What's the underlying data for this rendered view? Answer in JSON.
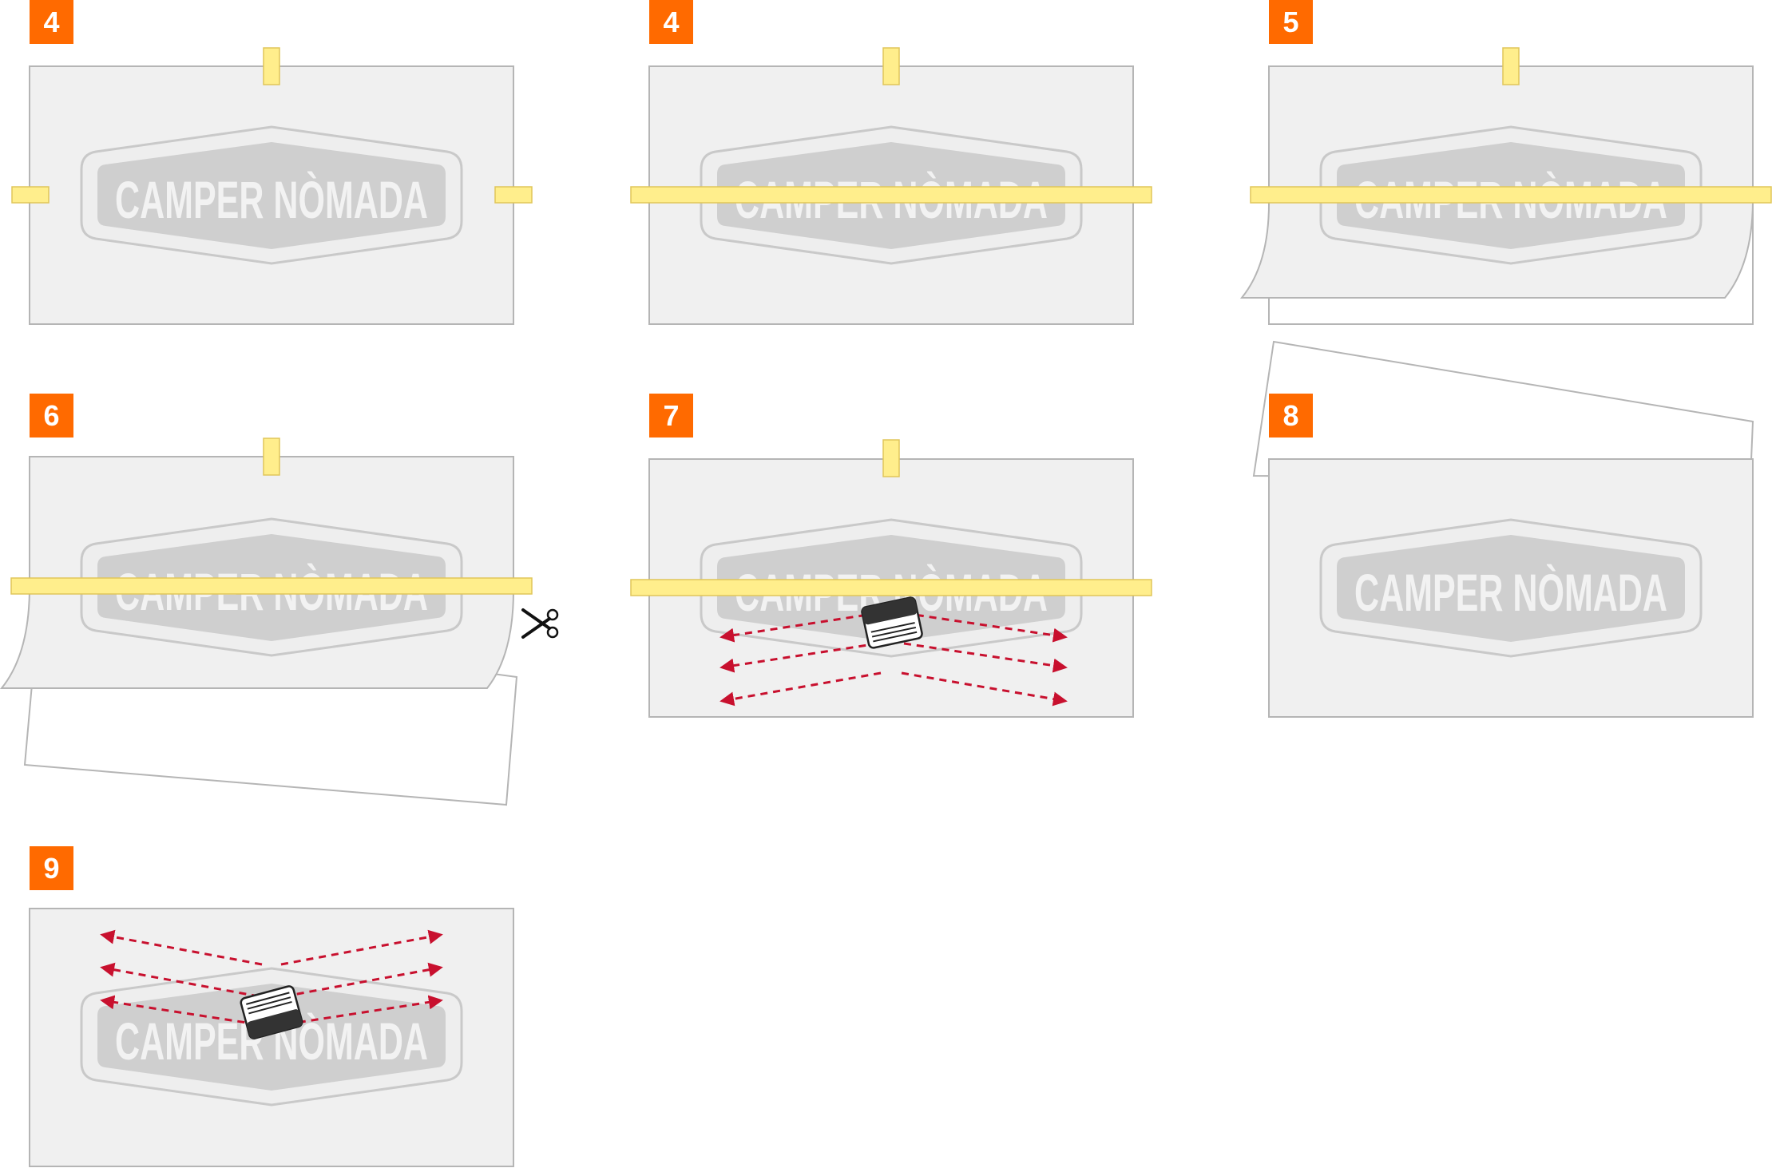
{
  "logo": {
    "text": "CAMPER NÒMADA"
  },
  "colors": {
    "badge": "#ff6a00",
    "badge_text": "#ffffff",
    "panel_fill": "#f0f0f0",
    "panel_stroke": "#b5b5b5",
    "tape_fill": "#ffee8c",
    "tape_stroke": "#e0c65a",
    "logo_fill": "#cfcfcf",
    "logo_outline": "#c9c9c9",
    "logo_text": "#f2f2f2",
    "arrow": "#c8102e",
    "squeegee_dark": "#333333",
    "squeegee_light": "#ffffff"
  },
  "icons": {
    "scissors": "scissors-icon",
    "squeegee": "squeegee-icon",
    "arrow": "arrow-icon"
  },
  "steps": [
    {
      "label": "4"
    },
    {
      "label": "4"
    },
    {
      "label": "5"
    },
    {
      "label": "6"
    },
    {
      "label": "7"
    },
    {
      "label": "8"
    },
    {
      "label": "9"
    }
  ]
}
